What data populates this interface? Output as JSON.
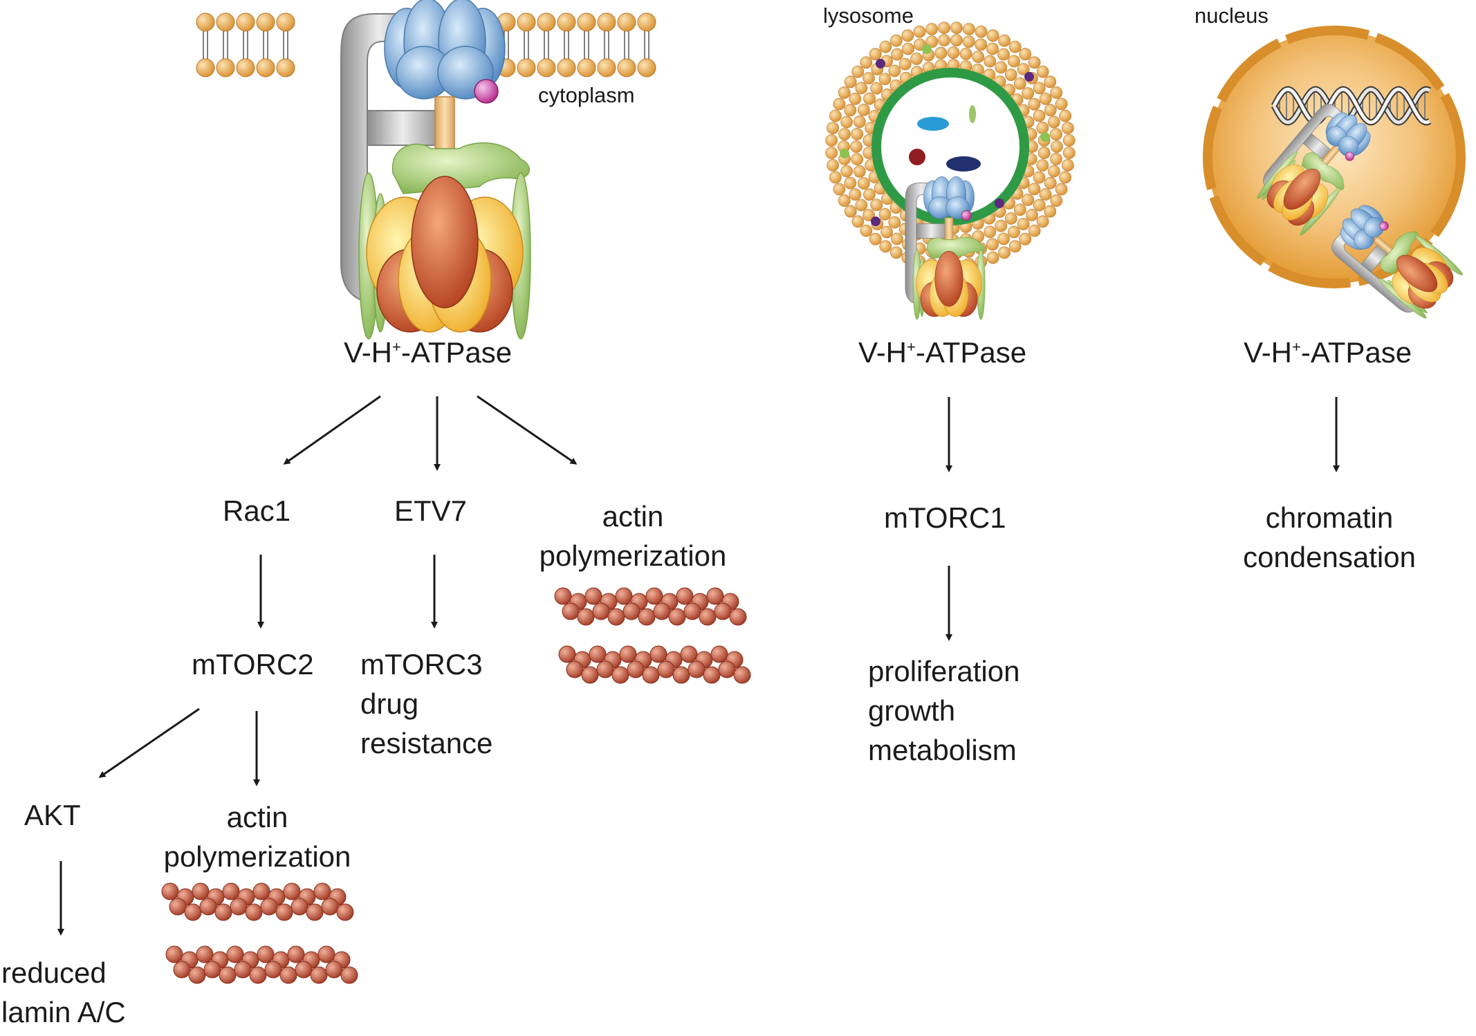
{
  "compartments": {
    "membrane": {
      "label": "cytoplasm",
      "enzyme": {
        "name": "V-H",
        "charge": "+",
        "suffix": "-ATPase"
      },
      "pathways": {
        "rac1": "Rac1",
        "etv7": "ETV7",
        "actin_top": [
          "actin",
          "polymerization"
        ],
        "mtorc2": "mTORC2",
        "mtorc3": [
          "mTORC3",
          "drug",
          "resistance"
        ],
        "akt": "AKT",
        "actin_bottom": [
          "actin",
          "polymerization"
        ],
        "lamin": [
          "reduced",
          "lamin A/C"
        ]
      }
    },
    "lysosome": {
      "label": "lysosome",
      "enzyme": {
        "name": "V-H",
        "charge": "+",
        "suffix": "-ATPase"
      },
      "mtorc1": "mTORC1",
      "outcomes": [
        "proliferation",
        "growth",
        "metabolism"
      ]
    },
    "nucleus": {
      "label": "nucleus",
      "enzyme": {
        "name": "V-H",
        "charge": "+",
        "suffix": "-ATPase"
      },
      "outcome": [
        "chromatin",
        "condensation"
      ]
    }
  },
  "colors": {
    "lipid": "#e3a44a",
    "v0_blue": "#6c9fcf",
    "v1_yellow": "#f2c32e",
    "v1_orange": "#c4532c",
    "green": "#9cc56b",
    "grey": "#b5b5b5",
    "actin": "#c0503a",
    "nucleus": "#eba63f",
    "lyso_ring": "#2f9a45",
    "arrow": "#1a1a1a"
  }
}
